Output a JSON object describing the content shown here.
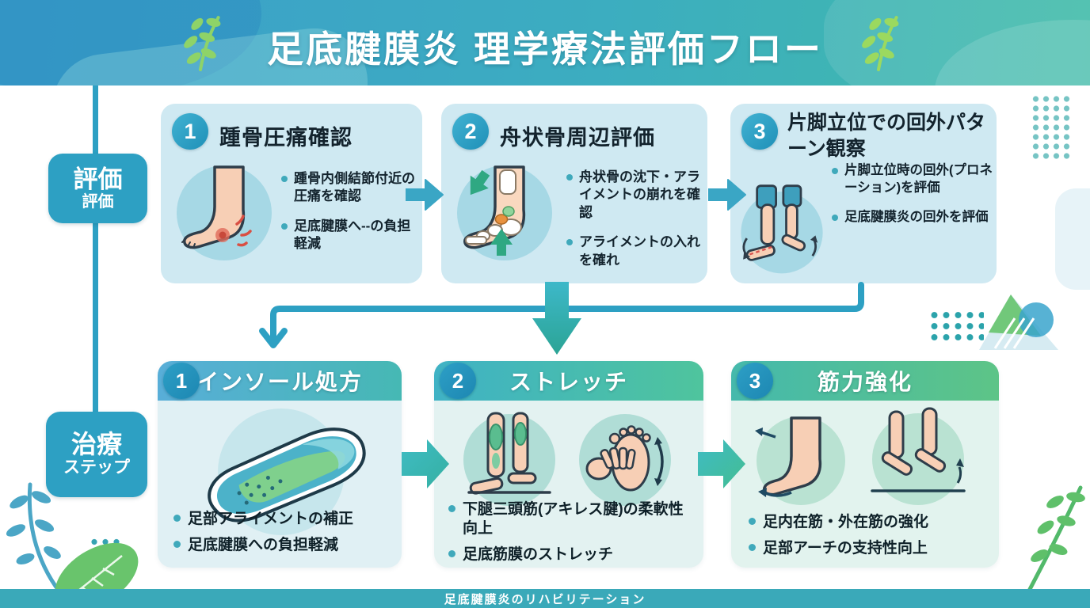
{
  "header": {
    "title": "足底腱膜炎 理学療法評価フロー"
  },
  "rail": {
    "evaluation": {
      "main": "評価",
      "sub": "評価"
    },
    "treatment": {
      "main": "治療",
      "sub": "ステップ"
    }
  },
  "evaluation_steps": [
    {
      "number": "1",
      "title": "踵骨圧痛確認",
      "icon": "heel-pain-foot-icon",
      "bullets": [
        "踵骨内側結節付近の圧痛を確認",
        "足底腱膜へ--の負担軽減"
      ]
    },
    {
      "number": "2",
      "title": "舟状骨周辺評価",
      "icon": "foot-bones-arrows-icon",
      "bullets": [
        "舟状骨の沈下・アライメントの崩れを確認",
        "アライメントの入れを確れ"
      ]
    },
    {
      "number": "3",
      "title": "片脚立位での回外パターン観察",
      "icon": "standing-legs-icon",
      "bullets": [
        "片脚立位時の回外(プロネーション)を評価",
        "足底腱膜炎の回外を評価"
      ]
    }
  ],
  "treatment_steps": [
    {
      "number": "1",
      "title": "インソール処方",
      "icon": "insole-icon",
      "bullets": [
        "足部アライメントの補正",
        "足底腱膜への負担軽減"
      ]
    },
    {
      "number": "2",
      "title": "ストレッチ",
      "icon": "calf-stretch-icon / plantar-stretch-icon",
      "bullets": [
        "下腿三頭筋(アキレス腱)の柔軟性向上",
        "足底筋膜のストレッチ"
      ]
    },
    {
      "number": "3",
      "title": "筋力強化",
      "icon": "foot-flex-icon / heel-raise-icon",
      "bullets": [
        "足内在筋・外在筋の強化",
        "足部アーチの支持性向上"
      ]
    }
  ],
  "footer": {
    "text": "足底腱膜炎のリハビリテーション"
  },
  "colors": {
    "header_blue": "#3b9ecb",
    "header_teal": "#41bba9",
    "accent_teal": "#2da0c3",
    "arrow_teal": "#3aa6c5",
    "box_top_bg": "#cfe9f2",
    "box_bottom_bg": "#e3f2f1",
    "footer_bg": "#3aa9b9",
    "bullet_dot": "#3fa9bb",
    "text_dark": "#13232d",
    "leaf_green": "#7ccf6a"
  }
}
